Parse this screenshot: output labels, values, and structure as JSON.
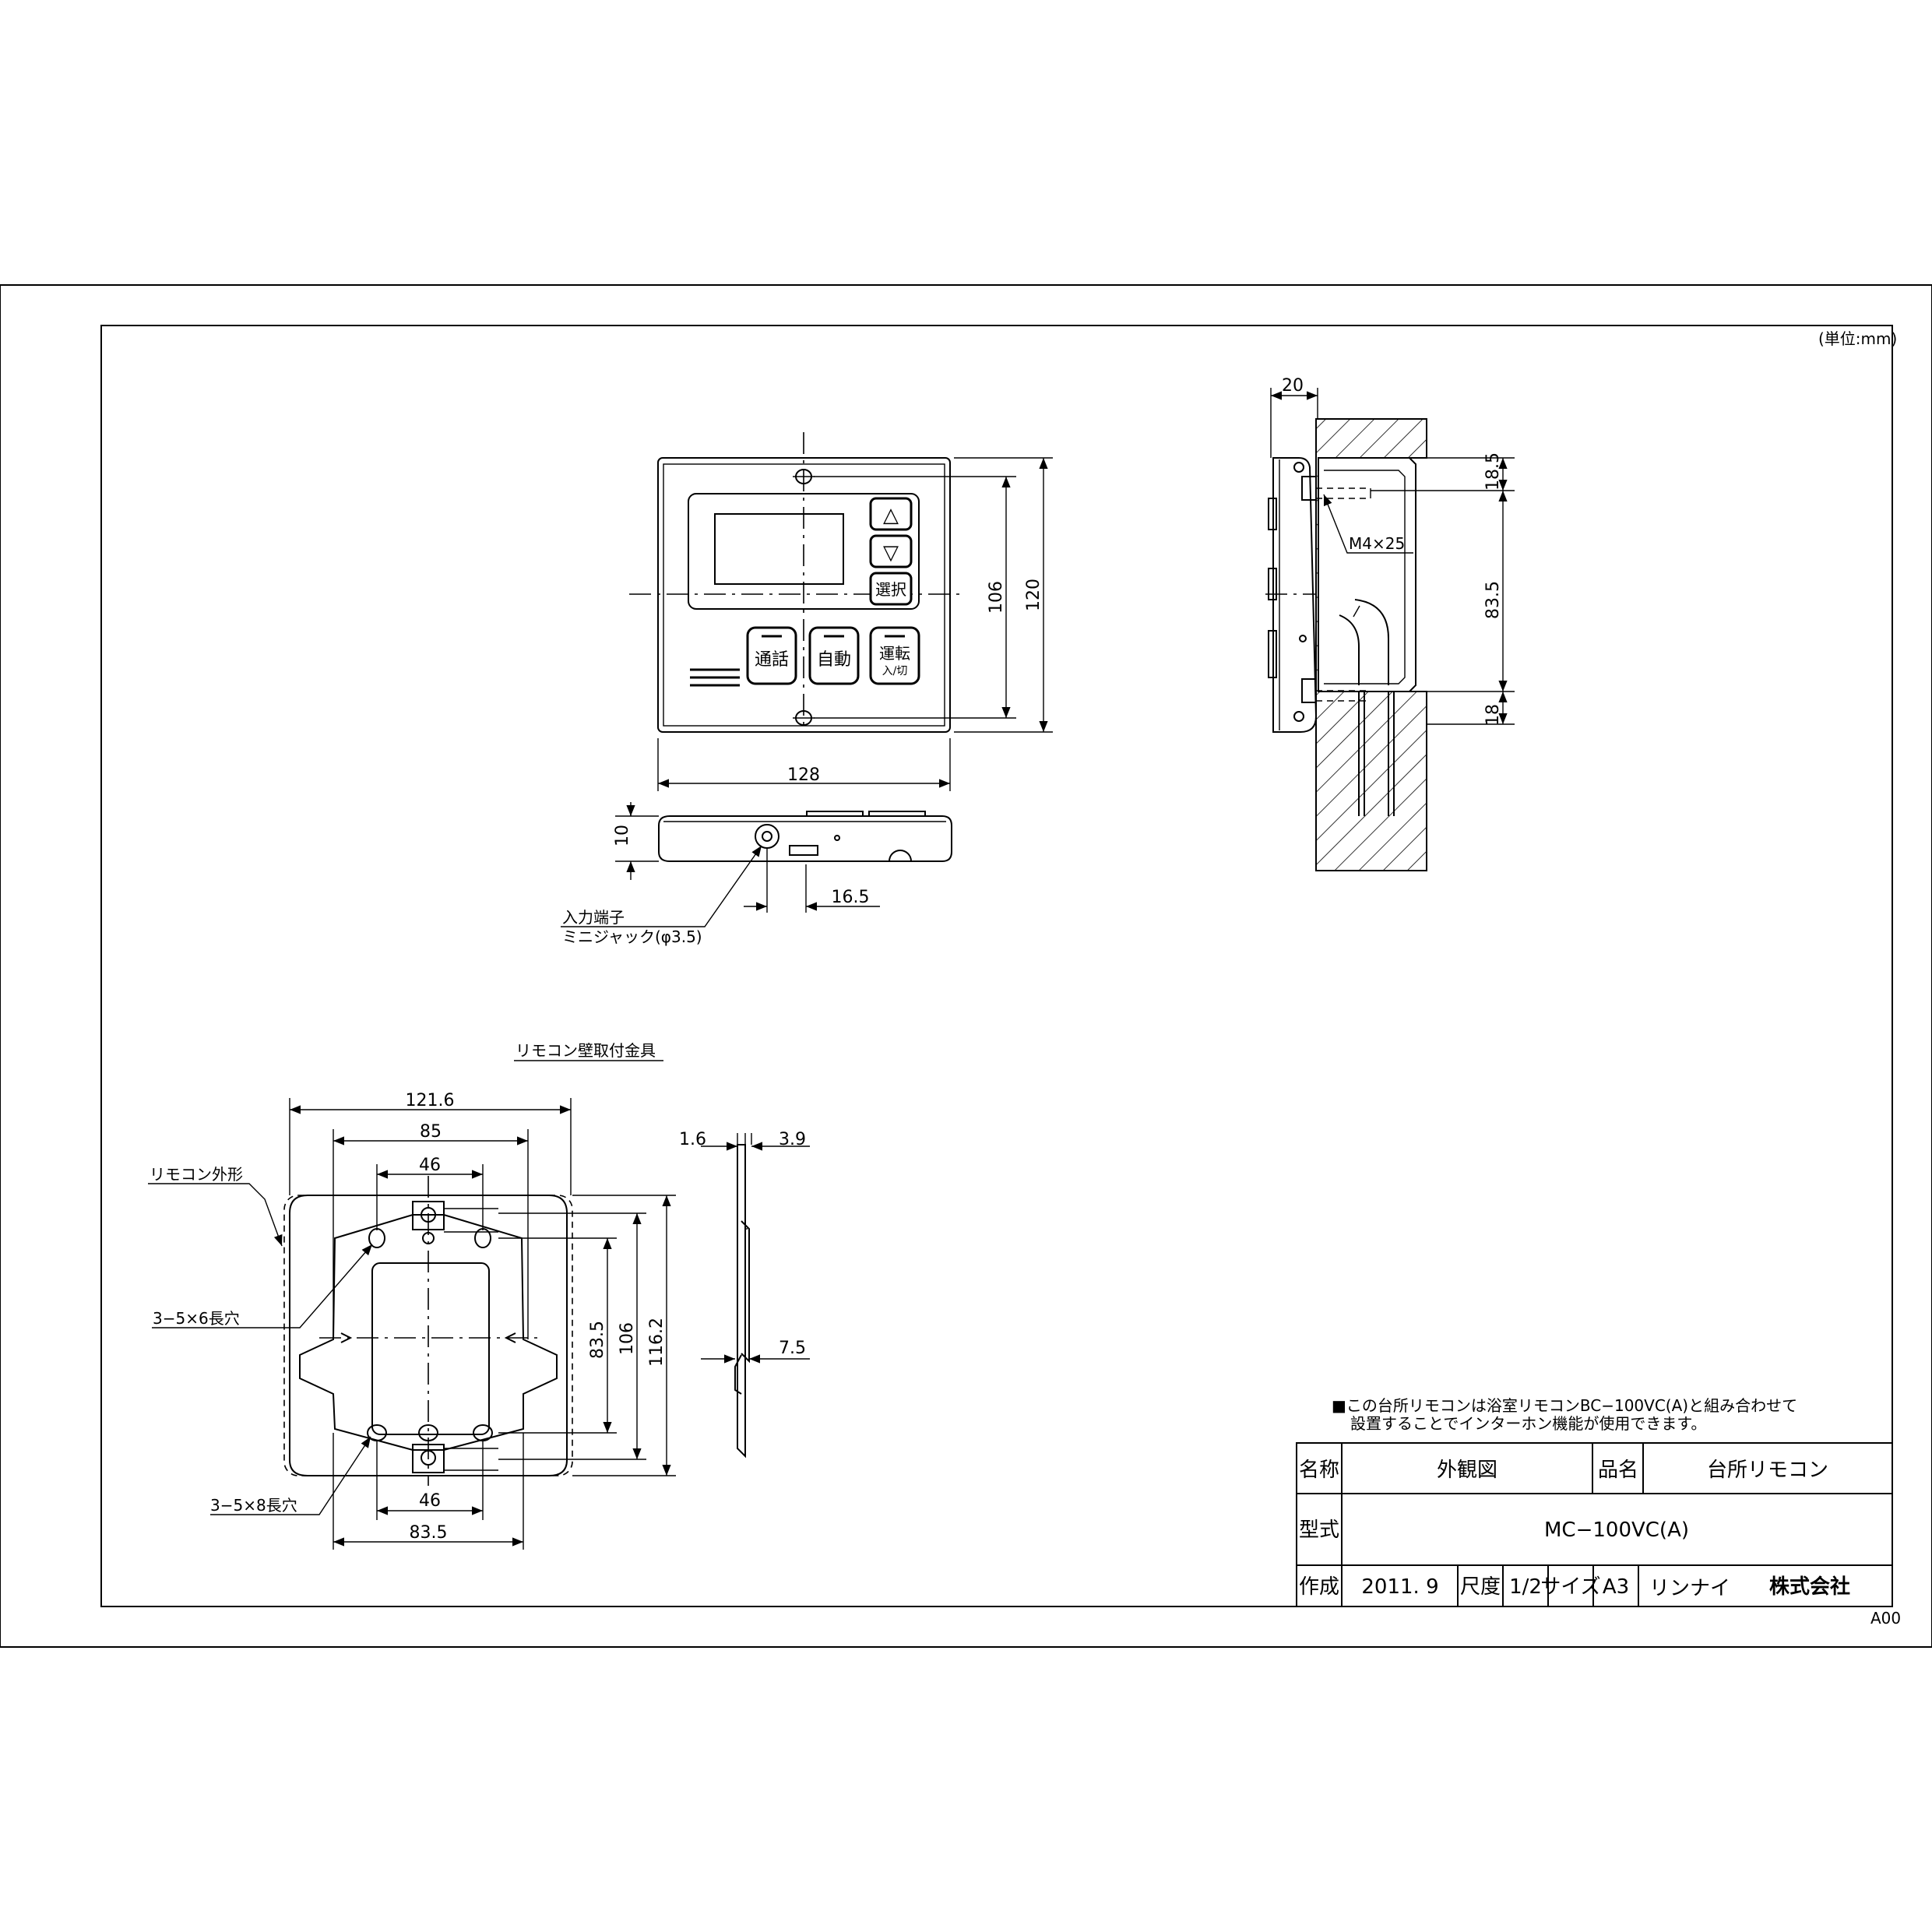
{
  "unit_note": "(単位:mm)",
  "front_view": {
    "buttons": {
      "up": "△",
      "down": "▽",
      "select": "選択",
      "talk": "通話",
      "auto": "自動",
      "power_top": "運転",
      "power_bottom": "入/切"
    },
    "dims": {
      "width": "128",
      "inner_height": "106",
      "outer_height": "120"
    }
  },
  "bottom_view": {
    "dims": {
      "thickness": "10",
      "jack_offset": "16.5"
    },
    "jack_label": "入力端子",
    "jack_sublabel": "ミニジャック(φ3.5)"
  },
  "side_view": {
    "dims": {
      "depth": "20",
      "top": "18.5",
      "middle": "83.5",
      "bottom": "18"
    },
    "screw_label": "M4×25"
  },
  "bracket": {
    "title": "リモコン壁取付金具",
    "outline_label": "リモコン外形",
    "slot_top_label": "3−5×6長穴",
    "slot_bottom_label": "3−5×8長穴",
    "dims": {
      "outer_width": "121.6",
      "width_85": "85",
      "top_46": "46",
      "bottom_46": "46",
      "bottom_83_5": "83.5",
      "h_83_5": "83.5",
      "h_106": "106",
      "h_116_2": "116.2"
    }
  },
  "bracket_side": {
    "dims": {
      "plate": "1.6",
      "depth": "3.9",
      "hook": "7.5"
    }
  },
  "note": {
    "line1": "■この台所リモコンは浴室リモコンBC−100VC(A)と組み合わせて",
    "line2": "設置することでインターホン機能が使用できます。"
  },
  "title_block": {
    "name_label": "名称",
    "name_value": "外観図",
    "product_label": "品名",
    "product_value": "台所リモコン",
    "model_label": "型式",
    "model_value": "MC−100VC(A)",
    "date_label": "作成",
    "date_value": "2011. 9",
    "scale_label": "尺度",
    "scale_value": "1/2",
    "size_label": "サイズ",
    "size_value": "A3",
    "company_brand": "リンナイ",
    "company_suffix": "株式会社"
  },
  "revision": "A00"
}
